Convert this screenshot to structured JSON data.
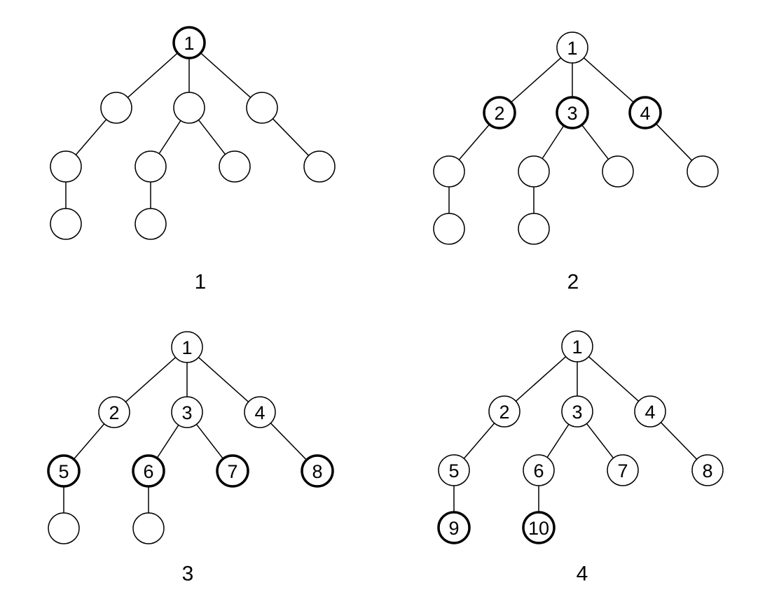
{
  "colors": {
    "stroke": "#000000",
    "fill": "#ffffff",
    "background": "#ffffff"
  },
  "panels": [
    {
      "caption": "1",
      "nodes": [
        {
          "id": "r",
          "label": "1",
          "highlight": true
        },
        {
          "id": "a",
          "label": "",
          "highlight": false
        },
        {
          "id": "b",
          "label": "",
          "highlight": false
        },
        {
          "id": "c",
          "label": "",
          "highlight": false
        },
        {
          "id": "d",
          "label": "",
          "highlight": false
        },
        {
          "id": "e",
          "label": "",
          "highlight": false
        },
        {
          "id": "f",
          "label": "",
          "highlight": false
        },
        {
          "id": "g",
          "label": "",
          "highlight": false
        },
        {
          "id": "h",
          "label": "",
          "highlight": false
        },
        {
          "id": "i",
          "label": "",
          "highlight": false
        }
      ]
    },
    {
      "caption": "2",
      "nodes": [
        {
          "id": "r",
          "label": "1",
          "highlight": false
        },
        {
          "id": "a",
          "label": "2",
          "highlight": true
        },
        {
          "id": "b",
          "label": "3",
          "highlight": true
        },
        {
          "id": "c",
          "label": "4",
          "highlight": true
        },
        {
          "id": "d",
          "label": "",
          "highlight": false
        },
        {
          "id": "e",
          "label": "",
          "highlight": false
        },
        {
          "id": "f",
          "label": "",
          "highlight": false
        },
        {
          "id": "g",
          "label": "",
          "highlight": false
        },
        {
          "id": "h",
          "label": "",
          "highlight": false
        },
        {
          "id": "i",
          "label": "",
          "highlight": false
        }
      ]
    },
    {
      "caption": "3",
      "nodes": [
        {
          "id": "r",
          "label": "1",
          "highlight": false
        },
        {
          "id": "a",
          "label": "2",
          "highlight": false
        },
        {
          "id": "b",
          "label": "3",
          "highlight": false
        },
        {
          "id": "c",
          "label": "4",
          "highlight": false
        },
        {
          "id": "d",
          "label": "5",
          "highlight": true
        },
        {
          "id": "e",
          "label": "6",
          "highlight": true
        },
        {
          "id": "f",
          "label": "7",
          "highlight": true
        },
        {
          "id": "g",
          "label": "8",
          "highlight": true
        },
        {
          "id": "h",
          "label": "",
          "highlight": false
        },
        {
          "id": "i",
          "label": "",
          "highlight": false
        }
      ]
    },
    {
      "caption": "4",
      "nodes": [
        {
          "id": "r",
          "label": "1",
          "highlight": false
        },
        {
          "id": "a",
          "label": "2",
          "highlight": false
        },
        {
          "id": "b",
          "label": "3",
          "highlight": false
        },
        {
          "id": "c",
          "label": "4",
          "highlight": false
        },
        {
          "id": "d",
          "label": "5",
          "highlight": false
        },
        {
          "id": "e",
          "label": "6",
          "highlight": false
        },
        {
          "id": "f",
          "label": "7",
          "highlight": false
        },
        {
          "id": "g",
          "label": "8",
          "highlight": false
        },
        {
          "id": "h",
          "label": "9",
          "highlight": true
        },
        {
          "id": "i",
          "label": "10",
          "highlight": true
        }
      ]
    }
  ]
}
